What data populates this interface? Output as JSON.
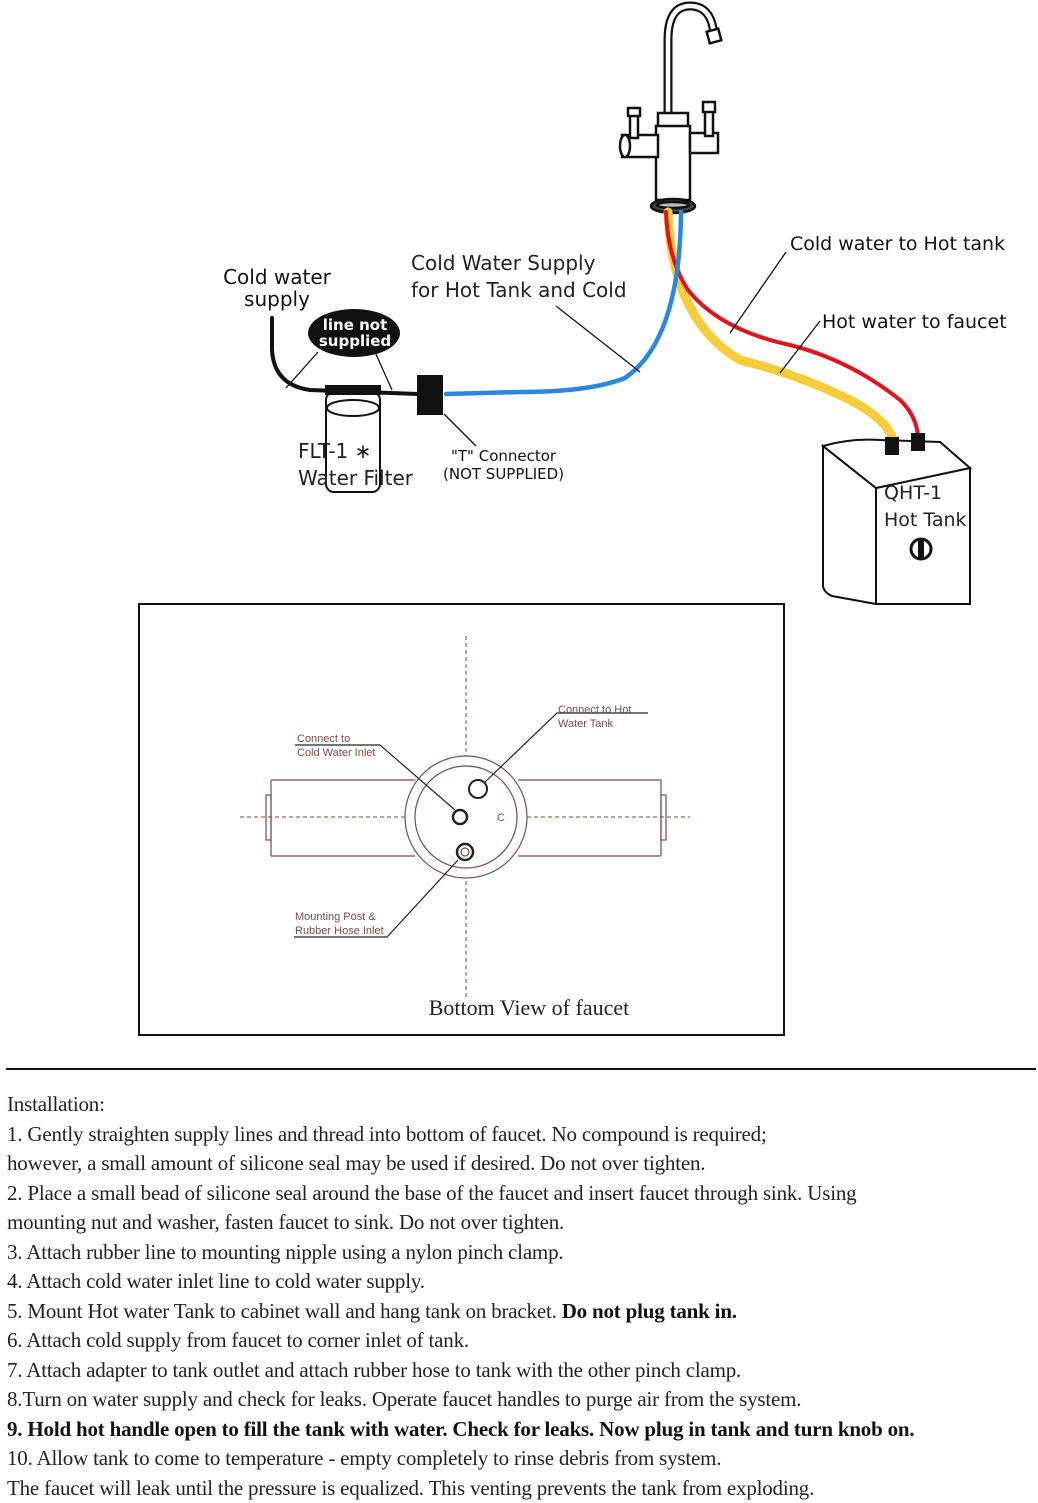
{
  "diagram": {
    "labels": {
      "cold_water_supply": [
        "Cold water",
        "supply"
      ],
      "line_not_supplied": [
        "line not",
        "supplied"
      ],
      "cold_supply_for_tank": [
        "Cold Water Supply",
        "for Hot Tank and Cold"
      ],
      "cold_to_hot_tank": "Cold water to Hot tank",
      "hot_to_faucet": "Hot water to faucet",
      "filter": [
        "FLT-1 ∗",
        "Water Filter"
      ],
      "t_connector": [
        "\"T\" Connector",
        "(NOT SUPPLIED)"
      ],
      "hot_tank": [
        "QHT-1",
        "Hot Tank"
      ]
    },
    "colors": {
      "cold_line": "#2a86e0",
      "hot_line": "#e0141e",
      "yellow_line": "#f5cd3a",
      "ink": "#111111",
      "drawing_ink": "#7a4a4a"
    },
    "bottom_view": {
      "title": "Bottom View of faucet",
      "callouts": {
        "cold_inlet": [
          "Connect to",
          "Cold Water Inlet"
        ],
        "hot_tank": [
          "Connect to Hot",
          "Water Tank"
        ],
        "mounting": [
          "Mounting Post &",
          "Rubber Hose Inlet"
        ],
        "center_mark": "C"
      }
    }
  },
  "instructions": {
    "heading": "Installation:",
    "lines": [
      {
        "text": "1. Gently straighten supply lines and thread into bottom of faucet. No compound is required;"
      },
      {
        "text": "however, a small amount of silicone seal may be used if desired. Do not over tighten."
      },
      {
        "text": "2. Place a small bead of silicone seal around the base of the faucet and insert faucet through sink. Using"
      },
      {
        "text": "mounting nut and washer, fasten faucet to sink. Do not over tighten."
      },
      {
        "text": "3. Attach rubber line to mounting nipple using a nylon pinch clamp."
      },
      {
        "text": "4. Attach cold water inlet line to cold water supply."
      },
      {
        "text": "5. Mount Hot water Tank to cabinet wall and hang tank on bracket. ",
        "bold": "Do not plug tank in."
      },
      {
        "text": "6. Attach cold supply from faucet to corner inlet of tank."
      },
      {
        "text": "7. Attach adapter to tank outlet and attach rubber hose to tank with the other pinch clamp."
      },
      {
        "text": "8.Turn on water supply and check for leaks. Operate faucet handles to purge air from the system."
      },
      {
        "bold": "9. Hold hot handle open to fill the tank with water. Check for leaks. Now plug in tank and turn knob on."
      },
      {
        "text": "10. Allow tank to come to temperature - empty completely to rinse debris from system."
      },
      {
        "text": "The faucet will leak until the pressure is equalized. This venting prevents the tank from exploding."
      }
    ]
  }
}
